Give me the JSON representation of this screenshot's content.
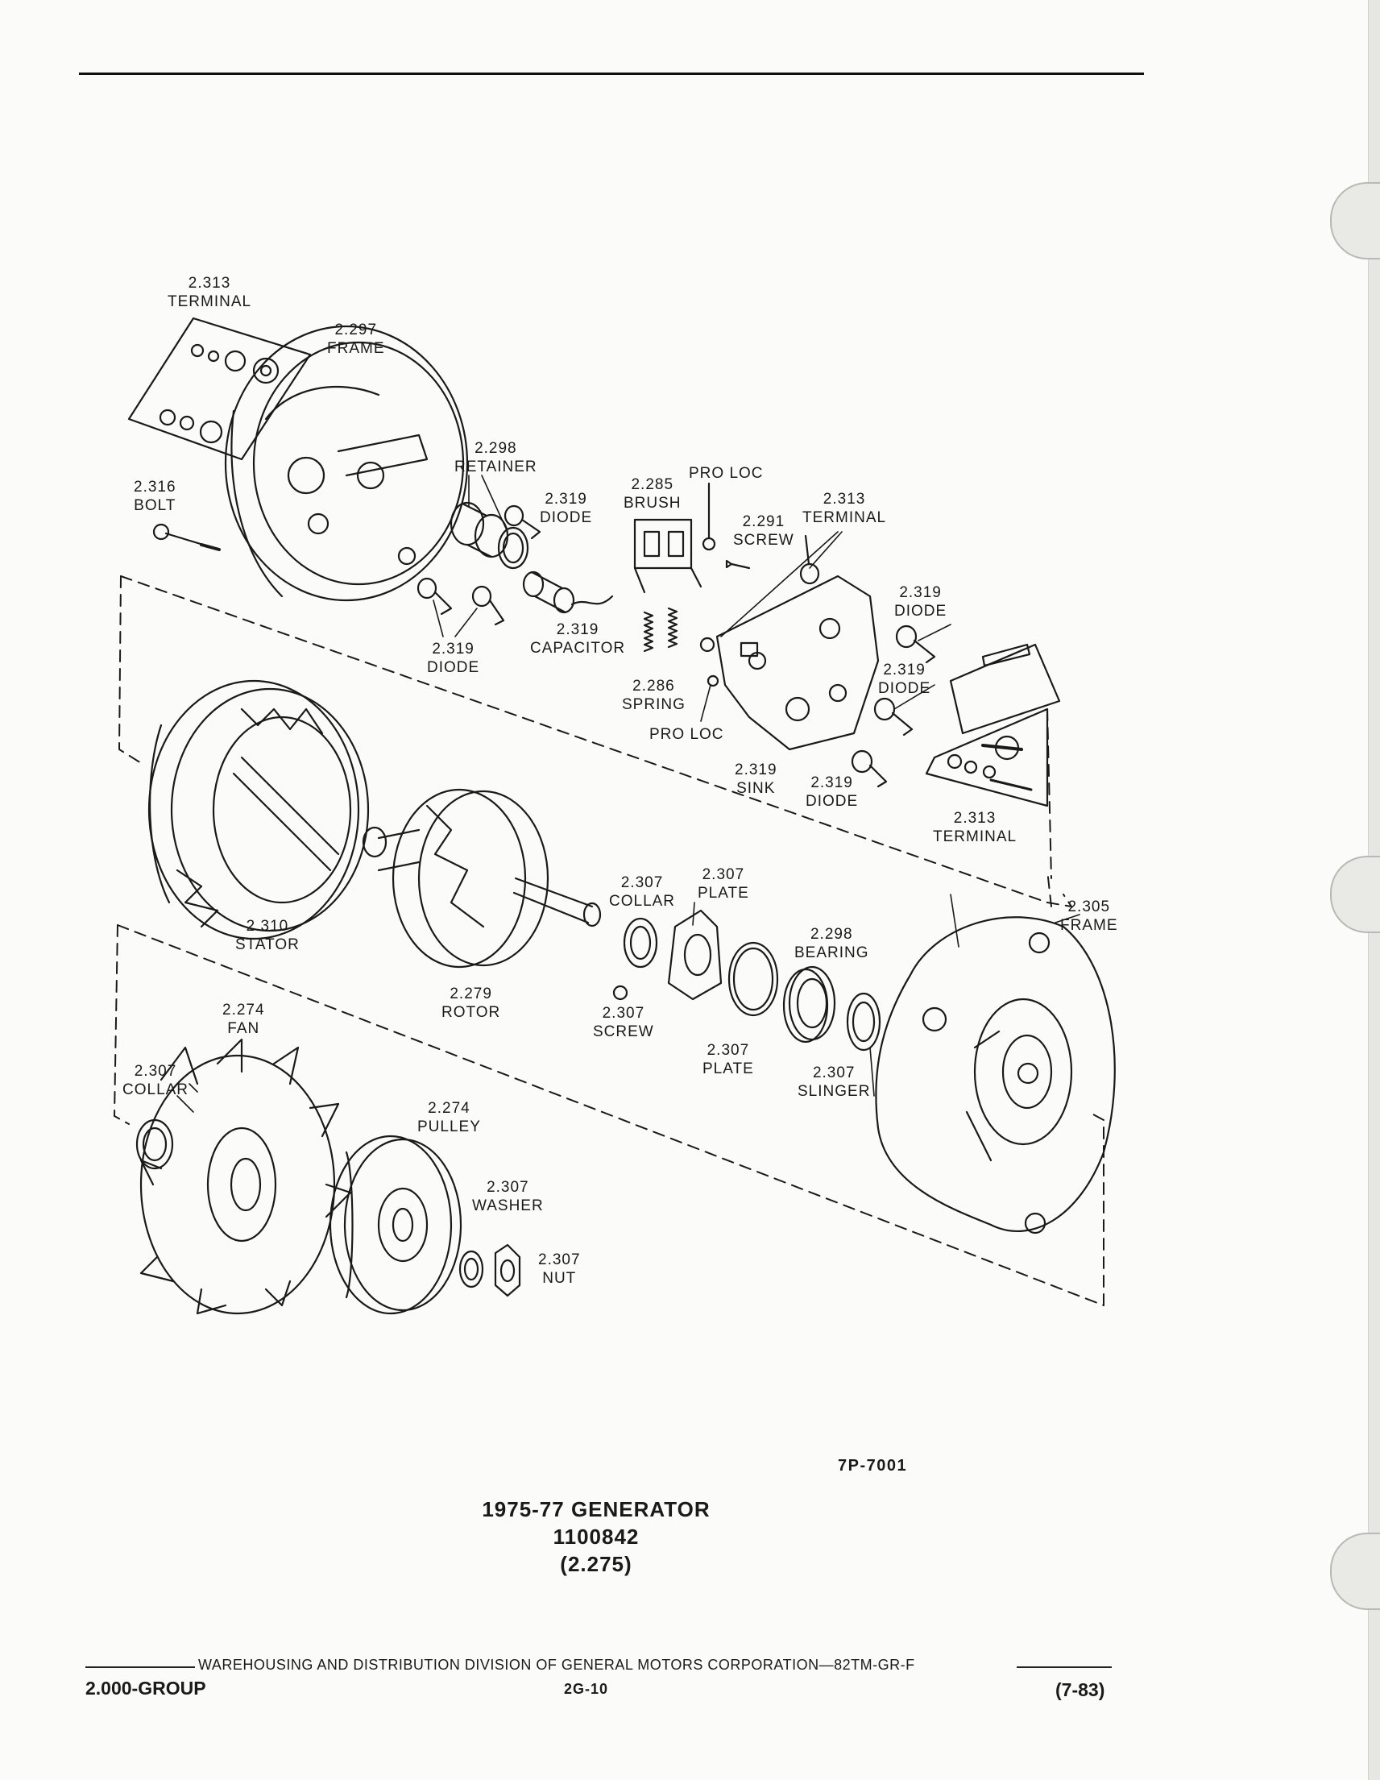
{
  "title": {
    "line1": "1975-77 GENERATOR",
    "line2": "1100842",
    "line3": "(2.275)"
  },
  "figure_code": "7P-7001",
  "footer": {
    "division": "WAREHOUSING AND DISTRIBUTION  DIVISION OF GENERAL MOTORS CORPORATION—82TM-GR-F",
    "group": "2.000-GROUP",
    "page": "2G-10",
    "date": "(7-83)"
  },
  "labels": [
    {
      "id": "terminal-top",
      "num": "2.313",
      "name": "TERMINAL"
    },
    {
      "id": "frame-top",
      "num": "2.297",
      "name": "FRAME"
    },
    {
      "id": "bolt",
      "num": "2.316",
      "name": "BOLT"
    },
    {
      "id": "retainer",
      "num": "2.298",
      "name": "RETAINER"
    },
    {
      "id": "diode-a",
      "num": "2.319",
      "name": "DIODE"
    },
    {
      "id": "brush",
      "num": "2.285",
      "name": "BRUSH"
    },
    {
      "id": "pro-loc-top",
      "num": "",
      "name": "PRO LOC"
    },
    {
      "id": "screw-top",
      "num": "2.291",
      "name": "SCREW"
    },
    {
      "id": "terminal-mid",
      "num": "2.313",
      "name": "TERMINAL"
    },
    {
      "id": "capacitor",
      "num": "2.319",
      "name": "CAPACITOR"
    },
    {
      "id": "diode-b",
      "num": "2.319",
      "name": "DIODE"
    },
    {
      "id": "spring",
      "num": "2.286",
      "name": "SPRING"
    },
    {
      "id": "pro-loc-low",
      "num": "",
      "name": "PRO LOC"
    },
    {
      "id": "diode-c",
      "num": "2.319",
      "name": "DIODE"
    },
    {
      "id": "diode-d",
      "num": "2.319",
      "name": "DIODE"
    },
    {
      "id": "sink",
      "num": "2.319",
      "name": "SINK"
    },
    {
      "id": "diode-e",
      "num": "2.319",
      "name": "DIODE"
    },
    {
      "id": "terminal-right",
      "num": "2.313",
      "name": "TERMINAL"
    },
    {
      "id": "stator",
      "num": "2.310",
      "name": "STATOR"
    },
    {
      "id": "collar-mid",
      "num": "2.307",
      "name": "COLLAR"
    },
    {
      "id": "plate-mid",
      "num": "2.307",
      "name": "PLATE"
    },
    {
      "id": "frame-right",
      "num": "2.305",
      "name": "FRAME"
    },
    {
      "id": "bearing",
      "num": "2.298",
      "name": "BEARING"
    },
    {
      "id": "rotor",
      "num": "2.279",
      "name": "ROTOR"
    },
    {
      "id": "fan",
      "num": "2.274",
      "name": "FAN"
    },
    {
      "id": "screw-mid",
      "num": "2.307",
      "name": "SCREW"
    },
    {
      "id": "plate-low",
      "num": "2.307",
      "name": "PLATE"
    },
    {
      "id": "slinger",
      "num": "2.307",
      "name": "SLINGER"
    },
    {
      "id": "collar-left",
      "num": "2.307",
      "name": "COLLAR"
    },
    {
      "id": "pulley",
      "num": "2.274",
      "name": "PULLEY"
    },
    {
      "id": "washer",
      "num": "2.307",
      "name": "WASHER"
    },
    {
      "id": "nut",
      "num": "2.307",
      "name": "NUT"
    }
  ]
}
